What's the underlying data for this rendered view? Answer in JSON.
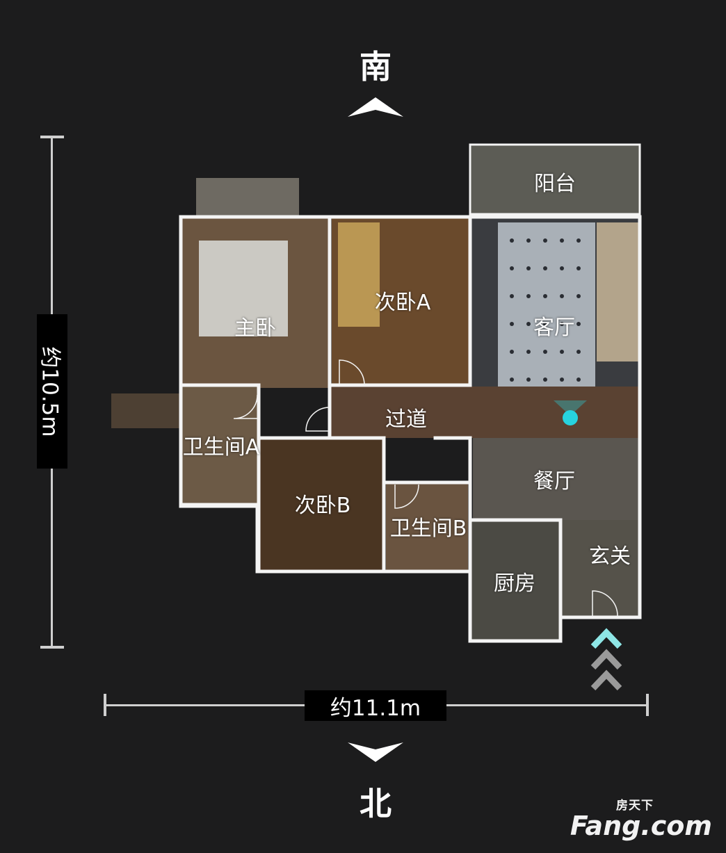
{
  "compass": {
    "top": "南",
    "bottom": "北"
  },
  "dimensions": {
    "height": "约10.5m",
    "width": "约11.1m"
  },
  "rooms": [
    {
      "id": "balcony",
      "label": "阳台"
    },
    {
      "id": "master",
      "label": "主卧"
    },
    {
      "id": "bedroom-a",
      "label": "次卧A"
    },
    {
      "id": "living",
      "label": "客厅"
    },
    {
      "id": "corridor",
      "label": "过道"
    },
    {
      "id": "bathroom-a",
      "label": "卫生间A"
    },
    {
      "id": "bedroom-b",
      "label": "次卧B"
    },
    {
      "id": "bathroom-b",
      "label": "卫生间B"
    },
    {
      "id": "dining",
      "label": "餐厅"
    },
    {
      "id": "kitchen",
      "label": "厨房"
    },
    {
      "id": "entrance",
      "label": "玄关"
    }
  ],
  "watermark": {
    "top": "房天下",
    "main": "Fang.com"
  },
  "colors": {
    "background": "#1c1c1d",
    "wall": "#f4f4f4",
    "marker": "#27d3df",
    "entry_arrow": "#8ee6e6"
  }
}
